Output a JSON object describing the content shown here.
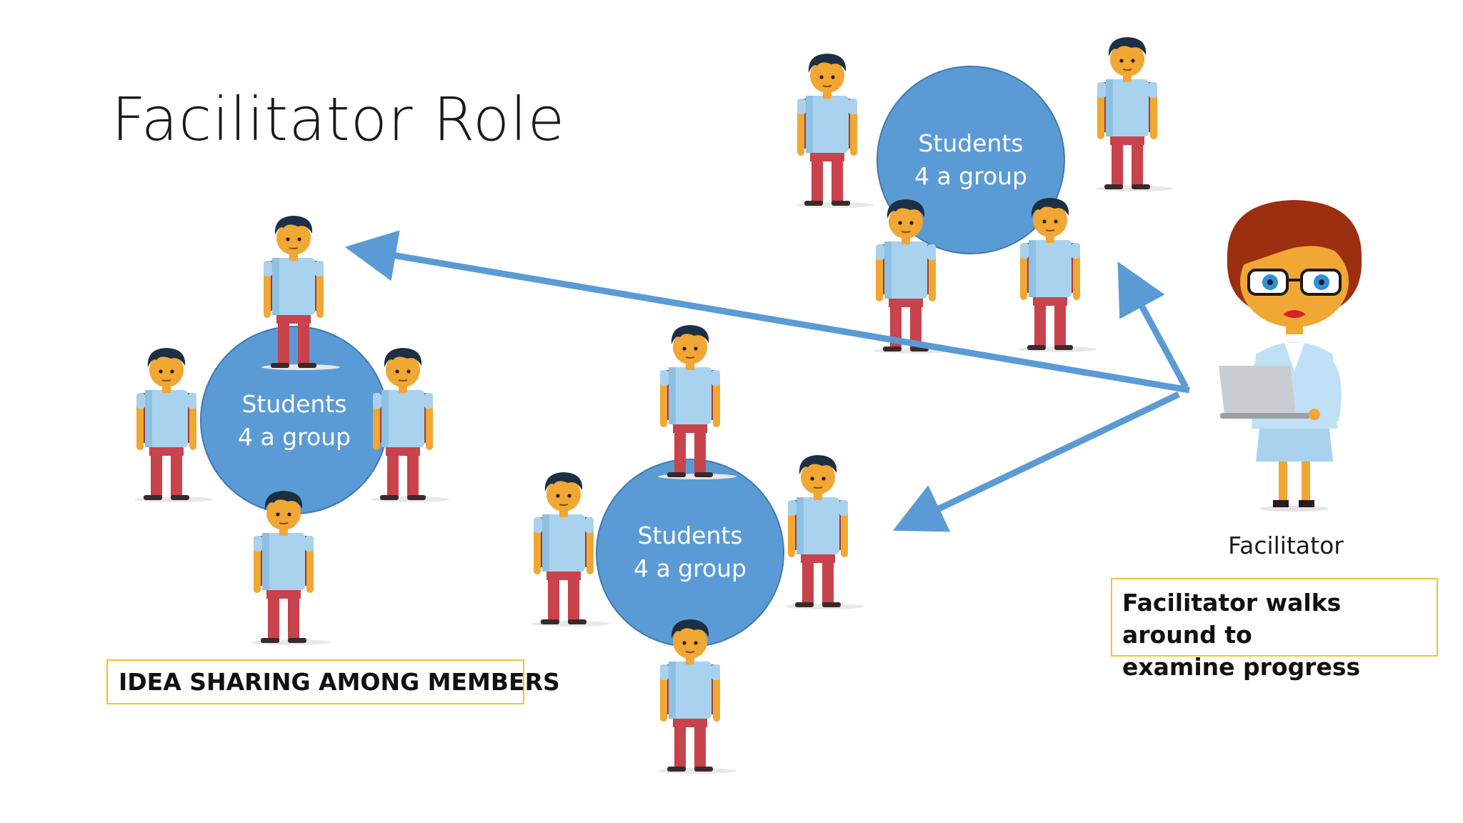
{
  "slide": {
    "title": "Facilitator Role"
  },
  "groups": [
    {
      "line1": "Students",
      "line2": "4 a group"
    },
    {
      "line1": "Students",
      "line2": "4 a group"
    },
    {
      "line1": "Students",
      "line2": "4 a group"
    }
  ],
  "facilitator": {
    "label": "Facilitator",
    "callout_line1": "Facilitator walks around to",
    "callout_line2": "examine progress"
  },
  "idea_callout": "IDEA SHARING AMONG MEMBERS",
  "colors": {
    "group_circle": "#5b9bd5",
    "arrow": "#5b9bd5",
    "callout_border": "#f2c232",
    "student_shirt": "#a9d2ee",
    "student_pants": "#c8434b",
    "facilitator_hair": "#9c2f10"
  }
}
